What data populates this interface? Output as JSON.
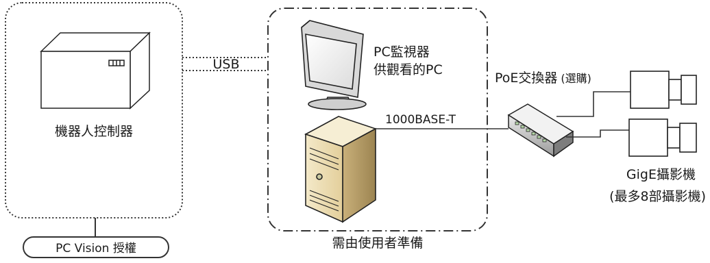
{
  "robot_controller": {
    "label": "機器人控制器"
  },
  "license": {
    "label": "PC Vision 授權"
  },
  "connection_usb": {
    "label": "USB"
  },
  "user_prepared": {
    "label": "需由使用者準備"
  },
  "monitor": {
    "line1": "PC監視器",
    "line2": "供觀看的PC"
  },
  "connection_ethernet": {
    "label": "1000BASE-T"
  },
  "poe_switch": {
    "label": "PoE交換器",
    "note": "(選購)"
  },
  "camera": {
    "line1": "GigE攝影機",
    "line2": "(最多8部攝影機)"
  }
}
